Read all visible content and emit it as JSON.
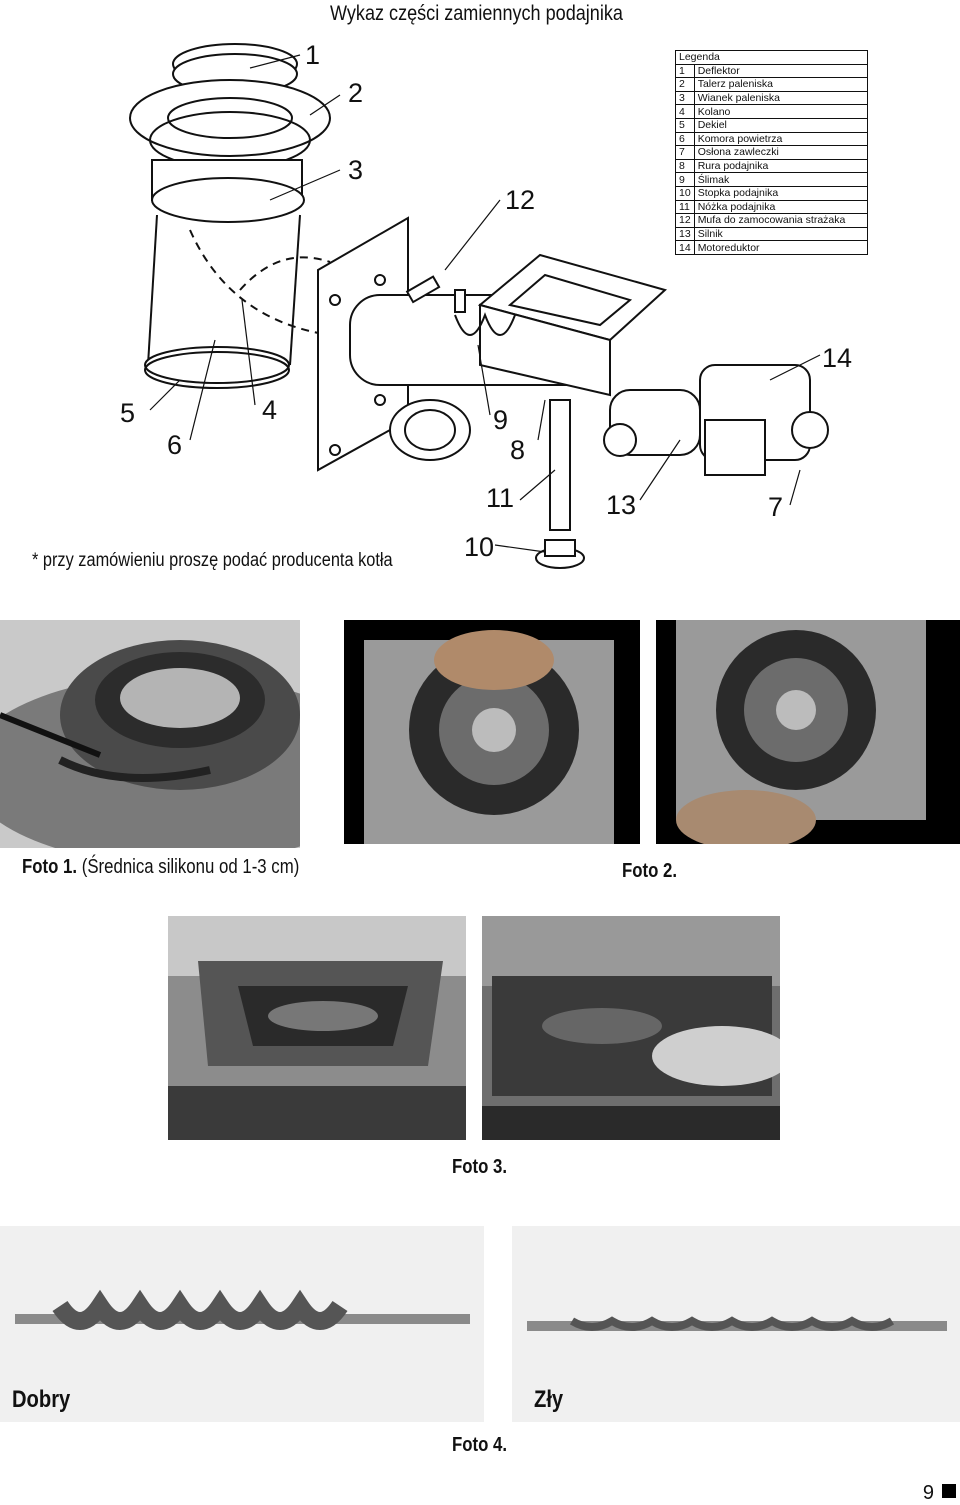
{
  "title": "Wykaz części zamiennych podajnika",
  "legend": {
    "header": "Legenda",
    "rows": [
      {
        "n": "1",
        "t": "Deflektor"
      },
      {
        "n": "2",
        "t": "Talerz paleniska"
      },
      {
        "n": "3",
        "t": "Wianek paleniska"
      },
      {
        "n": "4",
        "t": "Kolano"
      },
      {
        "n": "5",
        "t": "Dekiel"
      },
      {
        "n": "6",
        "t": "Komora powietrza"
      },
      {
        "n": "7",
        "t": "Osłona zawleczki"
      },
      {
        "n": "8",
        "t": "Rura podajnika"
      },
      {
        "n": "9",
        "t": "Ślimak"
      },
      {
        "n": "10",
        "t": "Stopka podajnika"
      },
      {
        "n": "11",
        "t": "Nóżka podajnika"
      },
      {
        "n": "12",
        "t": "Mufa do zamocowania strażaka"
      },
      {
        "n": "13",
        "t": "Silnik"
      },
      {
        "n": "14",
        "t": "Motoreduktor"
      }
    ]
  },
  "callouts": [
    "1",
    "2",
    "3",
    "4",
    "5",
    "6",
    "7",
    "8",
    "9",
    "10",
    "11",
    "12",
    "13",
    "14"
  ],
  "note": "* przy zamówieniu proszę podać producenta kotła",
  "captions": {
    "foto1_bold": "Foto 1.",
    "foto1_rest": "(Średnica silikonu od 1-3 cm)",
    "foto2": "Foto 2.",
    "foto3": "Foto 3.",
    "foto4": "Foto 4.",
    "dobry": "Dobry",
    "zly": "Zły"
  },
  "page_number": "9"
}
